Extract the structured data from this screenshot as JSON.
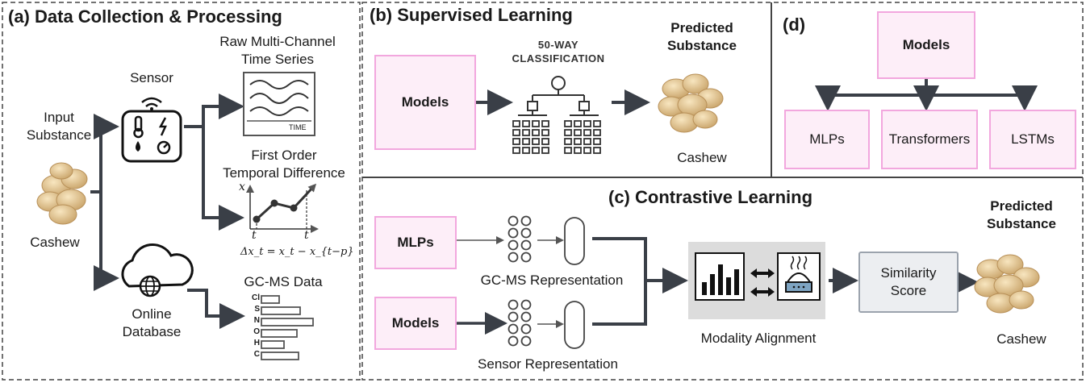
{
  "panel_a": {
    "title": "(a) Data Collection & Processing",
    "input_label_1": "Input",
    "input_label_2": "Substance",
    "substance": "Cashew",
    "sensor": "Sensor",
    "online_db_1": "Online",
    "online_db_2": "Database",
    "raw_ts_1": "Raw Multi-Channel",
    "raw_ts_2": "Time Series",
    "time_axis": "TIME",
    "first_order_1": "First Order",
    "first_order_2": "Temporal Difference",
    "axis_x": "x",
    "axis_t1": "t",
    "axis_t2": "t",
    "formula": "Δx_t = x_t − x_{t−p}",
    "gcms": "GC-MS Data",
    "elements": [
      "Cl",
      "S",
      "N",
      "O",
      "H",
      "C"
    ]
  },
  "panel_b": {
    "title": "(b) Supervised Learning",
    "models": "Models",
    "classification_1": "50-WAY",
    "classification_2": "CLASSIFICATION",
    "predicted_1": "Predicted",
    "predicted_2": "Substance",
    "result": "Cashew"
  },
  "panel_c": {
    "title": "(c) Contrastive Learning",
    "mlps": "MLPs",
    "models": "Models",
    "gcms_repr": "GC-MS Representation",
    "sensor_repr": "Sensor Representation",
    "alignment": "Modality Alignment",
    "similarity_1": "Similarity",
    "similarity_2": "Score",
    "predicted_1": "Predicted",
    "predicted_2": "Substance",
    "result": "Cashew"
  },
  "panel_d": {
    "title": "(d)",
    "models": "Models",
    "children": [
      "MLPs",
      "Transformers",
      "LSTMs"
    ]
  },
  "colors": {
    "pink_fill": "#fdeef8",
    "pink_border": "#f2a7de",
    "arrow": "#3a3f47",
    "cashew": "#e8cfa0"
  }
}
